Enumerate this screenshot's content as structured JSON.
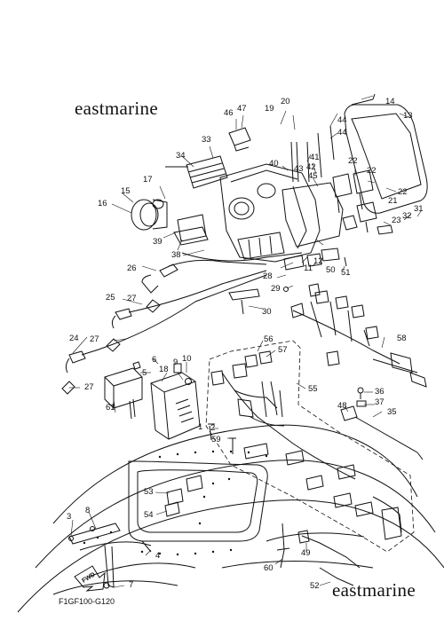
{
  "watermark_top": "eastmarine",
  "watermark_bottom": "eastmarine",
  "diagram_code": "F1GF100-G120",
  "fwd_label": "FWD",
  "callouts": {
    "c1": "1",
    "c2": "2",
    "c3": "3",
    "c4": "4",
    "c5": "5",
    "c6": "6",
    "c7": "7",
    "c8": "8",
    "c9": "9",
    "c10": "10",
    "c11": "11",
    "c12": "12",
    "c13": "13",
    "c14": "14",
    "c15": "15",
    "c16": "16",
    "c17": "17",
    "c18": "18",
    "c19": "19",
    "c20": "20",
    "c21": "21",
    "c22a": "22",
    "c22b": "22",
    "c22c": "22",
    "c23": "23",
    "c24": "24",
    "c25": "25",
    "c26": "26",
    "c27a": "27",
    "c27b": "27",
    "c27c": "27",
    "c28": "28",
    "c29": "29",
    "c30": "30",
    "c31": "31",
    "c32": "32",
    "c33": "33",
    "c34": "34",
    "c35": "35",
    "c36": "36",
    "c37": "37",
    "c38": "38",
    "c39": "39",
    "c40": "40",
    "c41": "41",
    "c42": "42",
    "c43": "43",
    "c44a": "44",
    "c44b": "44",
    "c45": "45",
    "c46": "46",
    "c47": "47",
    "c48": "48",
    "c49": "49",
    "c50": "50",
    "c51": "51",
    "c52": "52",
    "c53": "53",
    "c54": "54",
    "c55": "55",
    "c56": "56",
    "c57": "57",
    "c58": "58",
    "c59": "59",
    "c60": "60",
    "c61": "61"
  }
}
